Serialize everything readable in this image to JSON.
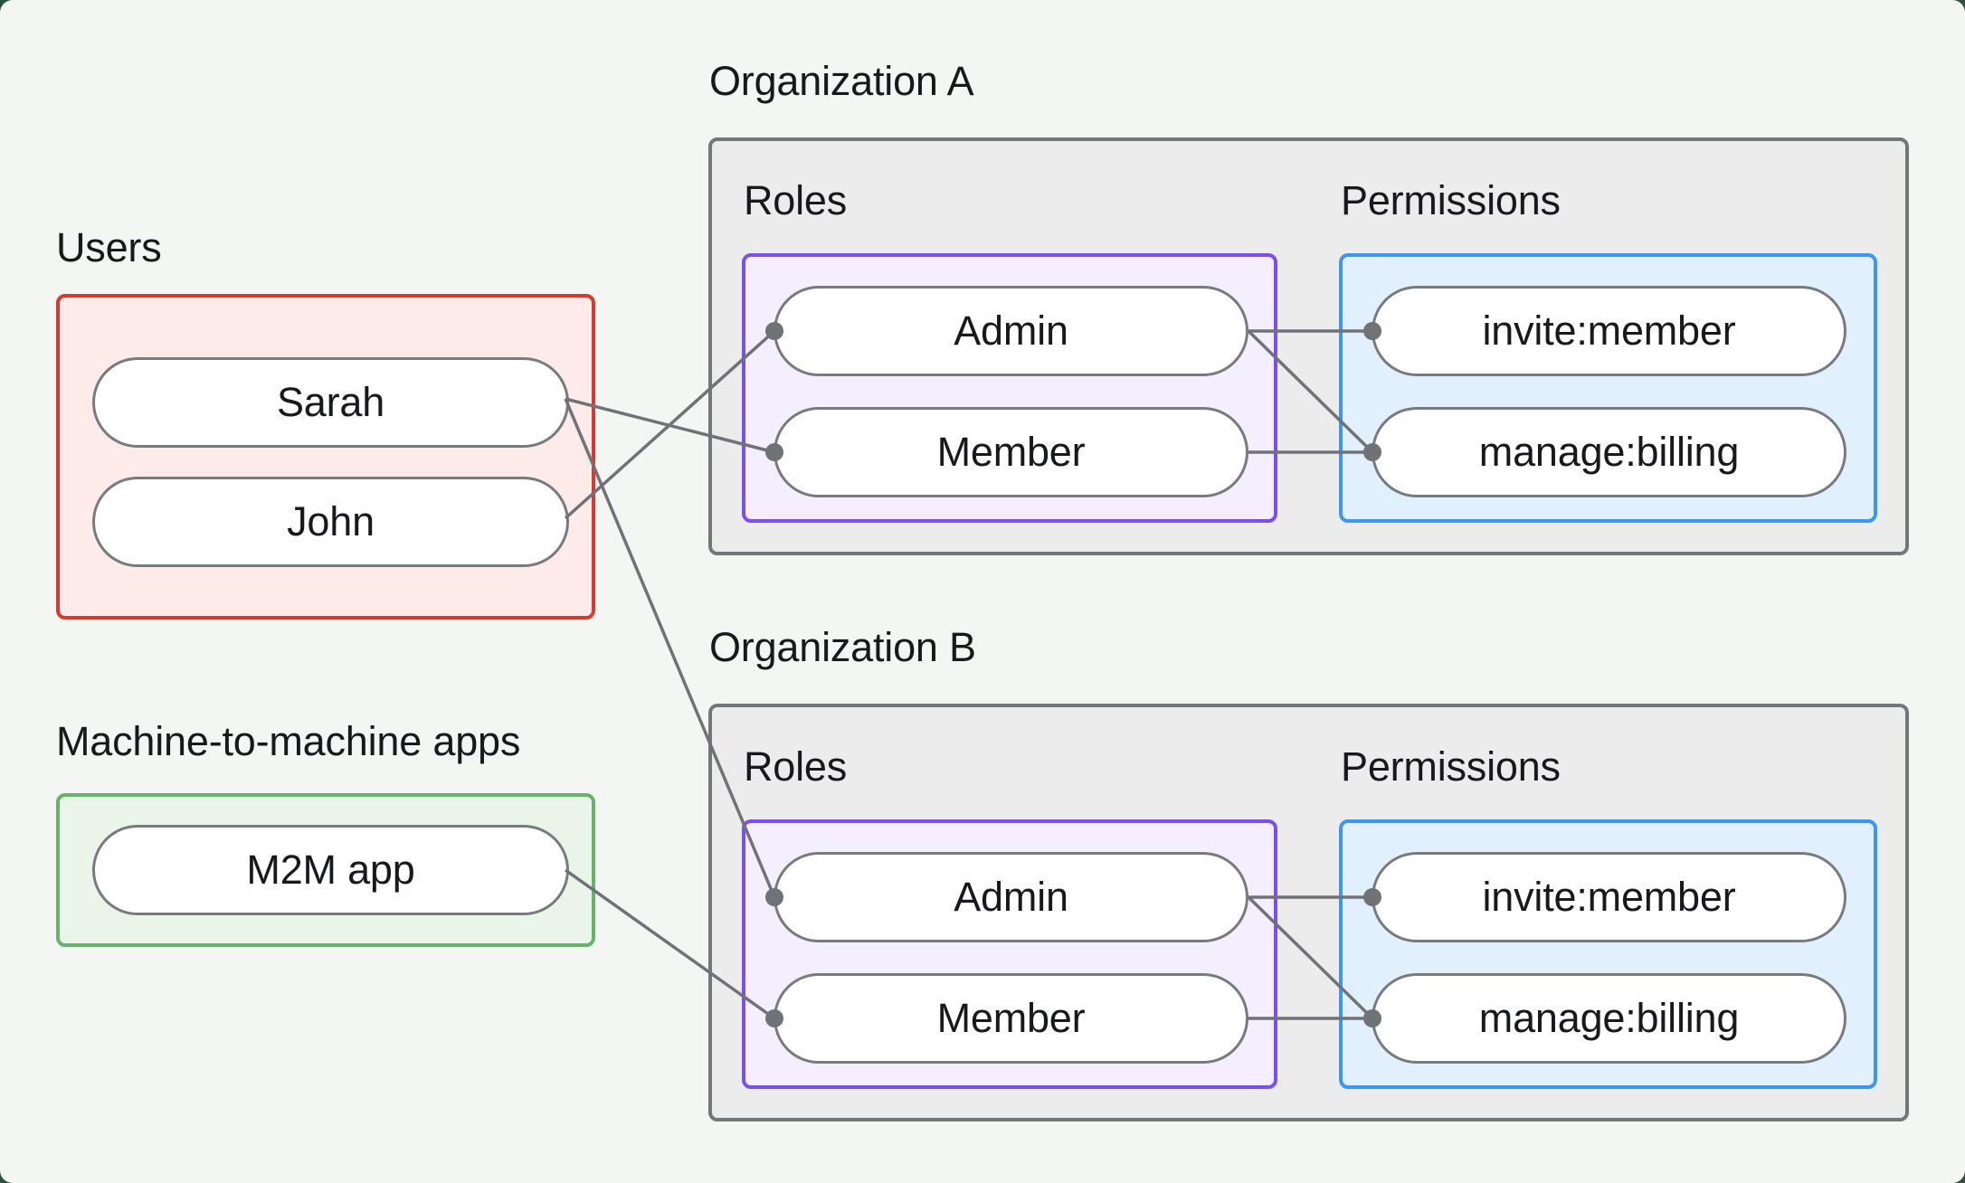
{
  "users_section": {
    "title": "Users",
    "users": [
      "Sarah",
      "John"
    ]
  },
  "m2m_section": {
    "title": "Machine-to-machine apps",
    "apps": [
      "M2M app"
    ]
  },
  "organizations": [
    {
      "title": "Organization A",
      "roles_label": "Roles",
      "permissions_label": "Permissions",
      "roles": [
        "Admin",
        "Member"
      ],
      "permissions": [
        "invite:member",
        "manage:billing"
      ]
    },
    {
      "title": "Organization B",
      "roles_label": "Roles",
      "permissions_label": "Permissions",
      "roles": [
        "Admin",
        "Member"
      ],
      "permissions": [
        "invite:member",
        "manage:billing"
      ]
    }
  ],
  "connections": [
    {
      "from": "Sarah",
      "to": "Organization A / Member"
    },
    {
      "from": "John",
      "to": "Organization A / Admin"
    },
    {
      "from": "Sarah",
      "to": "Organization B / Admin"
    },
    {
      "from": "M2M app",
      "to": "Organization B / Member"
    },
    {
      "from": "Organization A / Admin",
      "to": "Organization A / invite:member"
    },
    {
      "from": "Organization A / Admin",
      "to": "Organization A / manage:billing"
    },
    {
      "from": "Organization A / Member",
      "to": "Organization A / manage:billing"
    },
    {
      "from": "Organization B / Admin",
      "to": "Organization B / invite:member"
    },
    {
      "from": "Organization B / Admin",
      "to": "Organization B / manage:billing"
    },
    {
      "from": "Organization B / Member",
      "to": "Organization B / manage:billing"
    }
  ],
  "colors": {
    "page_background": "#f3f6f3",
    "outer_background": "#2d5140",
    "users_border": "#db392f",
    "users_fill": "#fcebe9",
    "m2m_border": "#67b36b",
    "m2m_fill": "#e9f5e9",
    "org_border": "#74777a",
    "org_fill": "#ececec",
    "roles_border": "#7a4ff2",
    "roles_fill": "#f5eefe",
    "permissions_border": "#3b97f5",
    "permissions_fill": "#e2f0fd",
    "pill_border": "#787b7e",
    "pill_fill": "#ffffff",
    "connector": "#6f7276",
    "text": "#17191c"
  }
}
